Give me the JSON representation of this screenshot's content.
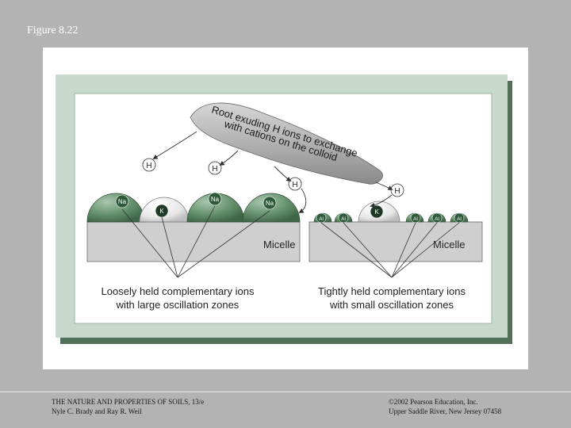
{
  "slide": {
    "title": "Figure 8.22"
  },
  "figure": {
    "root_label_lines": [
      "Root exuding H ions to exchange",
      "with cations on the colloid"
    ],
    "h_ion_label": "H",
    "left_panel": {
      "micelle_label": "Micelle",
      "caption_lines": [
        "Loosely held complementary ions",
        "with large oscillation zones"
      ],
      "cations": [
        "Na",
        "K",
        "Na",
        "Na"
      ]
    },
    "right_panel": {
      "micelle_label": "Micelle",
      "caption_lines": [
        "Tightly held complementary ions",
        "with small oscillation zones"
      ],
      "cations": [
        "Al",
        "Al",
        "K",
        "Al",
        "Al",
        "Al"
      ]
    }
  },
  "footer": {
    "book_title": "THE NATURE AND PROPERTIES OF SOILS, 13/e",
    "authors": "Nyle C. Brady and Ray R. Weil",
    "copyright": "©2002 Pearson Education, Inc.",
    "address": "Upper Saddle River, New Jersey  07458"
  },
  "colors": {
    "background": "#b3b3b3",
    "frame_green": "#7b9d84",
    "ion_green": "#5f8a66",
    "micelle_gray": "#cfcfcf",
    "root_gray": "#a8a8a8"
  }
}
